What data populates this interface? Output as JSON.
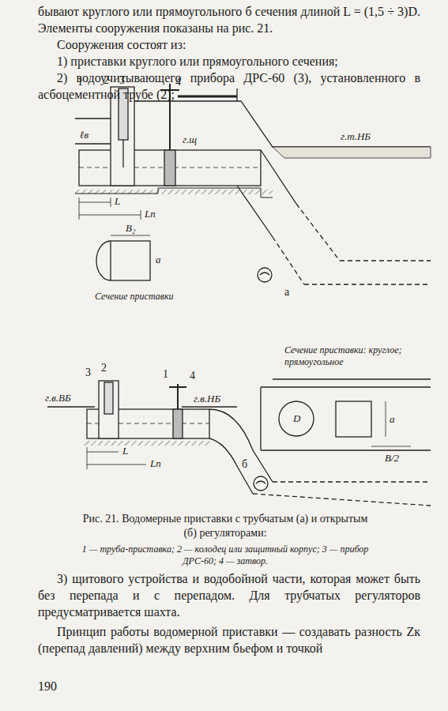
{
  "diagram": {
    "caption": "Рис. 21. Водомерные приставки с трубчатым (а) и открытым (б) регуляторами:",
    "labels": [
      "бывают круглого или прямоугольного б сечения длиной L = (1,5 ÷ 3)D. Элементы сооружения показаны на рис. 21.",
      "Сооружения состоят из:",
      "1) приставки круглого или прямоугольного сечения;",
      "2) водоучитывающего прибора ДРС-60 (3), установленного в асбоцементной трубе (2);",
      "1",
      "2",
      "3",
      "4",
      "ℓв",
      "г.щ",
      "г.т.НБ",
      "L",
      "Lп",
      "B₂",
      "a",
      "Сечение приставки",
      "а",
      "3",
      "2",
      "1",
      "4",
      "г.в.ВБ",
      "г.в.НБ",
      "L",
      "Lп",
      "б",
      "Сечение приставки: круглое; прямоугольное",
      "D",
      "a",
      "B/2",
      "1 — труба-приставка; 2 — колодец или защитный корпус; 3 — прибор ДРС-60; 4 — затвор.",
      "3) щитового устройства и водобойной части, которая может быть без перепада и с перепадом. Для трубчатых регуляторов предусматривается шахта.",
      "Принцип работы водомерной приставки — создавать разность Zк (перепад давлений) между верхним бьефом и точкой",
      "190"
    ]
  }
}
